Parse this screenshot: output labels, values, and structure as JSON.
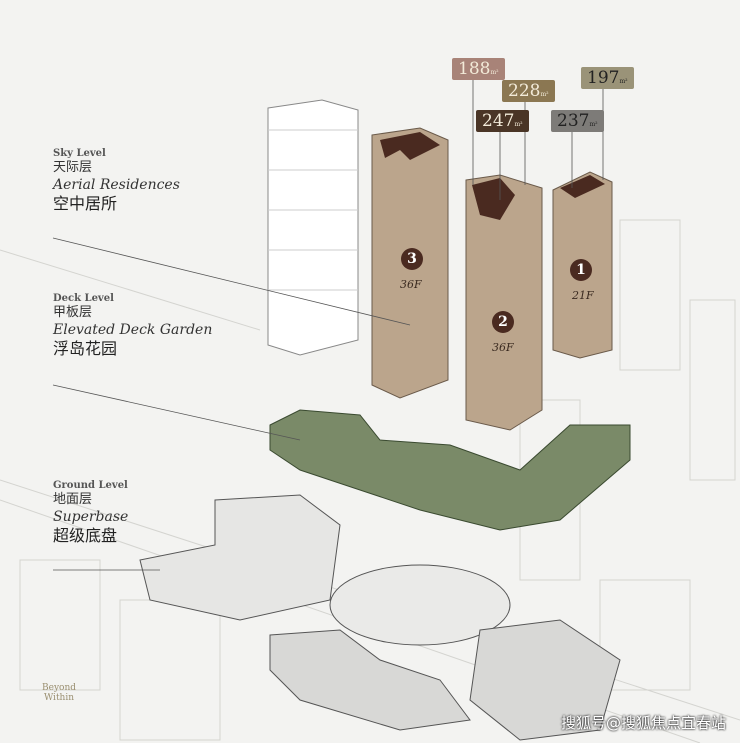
{
  "levels": [
    {
      "en": "Sky Level",
      "cn": "天际层",
      "en2": "Aerial Residences",
      "cn2": "空中居所"
    },
    {
      "en": "Deck Level",
      "cn": "甲板层",
      "en2": "Elevated Deck Garden",
      "cn2": "浮岛花园"
    },
    {
      "en": "Ground Level",
      "cn": "地面层",
      "en2": "Superbase",
      "cn2": "超级底盘"
    }
  ],
  "tags": [
    {
      "value": "188",
      "unit": "m²",
      "color": "#a88378"
    },
    {
      "value": "228",
      "unit": "m²",
      "color": "#8b7752"
    },
    {
      "value": "247",
      "unit": "m²",
      "color": "#4a3526"
    },
    {
      "value": "237",
      "unit": "m²",
      "color": "#7d7b78"
    },
    {
      "value": "197",
      "unit": "m²",
      "color": "#9a9378"
    }
  ],
  "towers": [
    {
      "number": "3",
      "floors": "36F"
    },
    {
      "number": "2",
      "floors": "36F"
    },
    {
      "number": "1",
      "floors": "21F"
    }
  ],
  "logo": {
    "line1": "Beyond",
    "line2": "Within"
  },
  "watermark": "搜狐号@搜狐焦点宜春站",
  "colors": {
    "tower": "#bba58c",
    "deck": "#7a8a68",
    "dark": "#4a2a20"
  }
}
